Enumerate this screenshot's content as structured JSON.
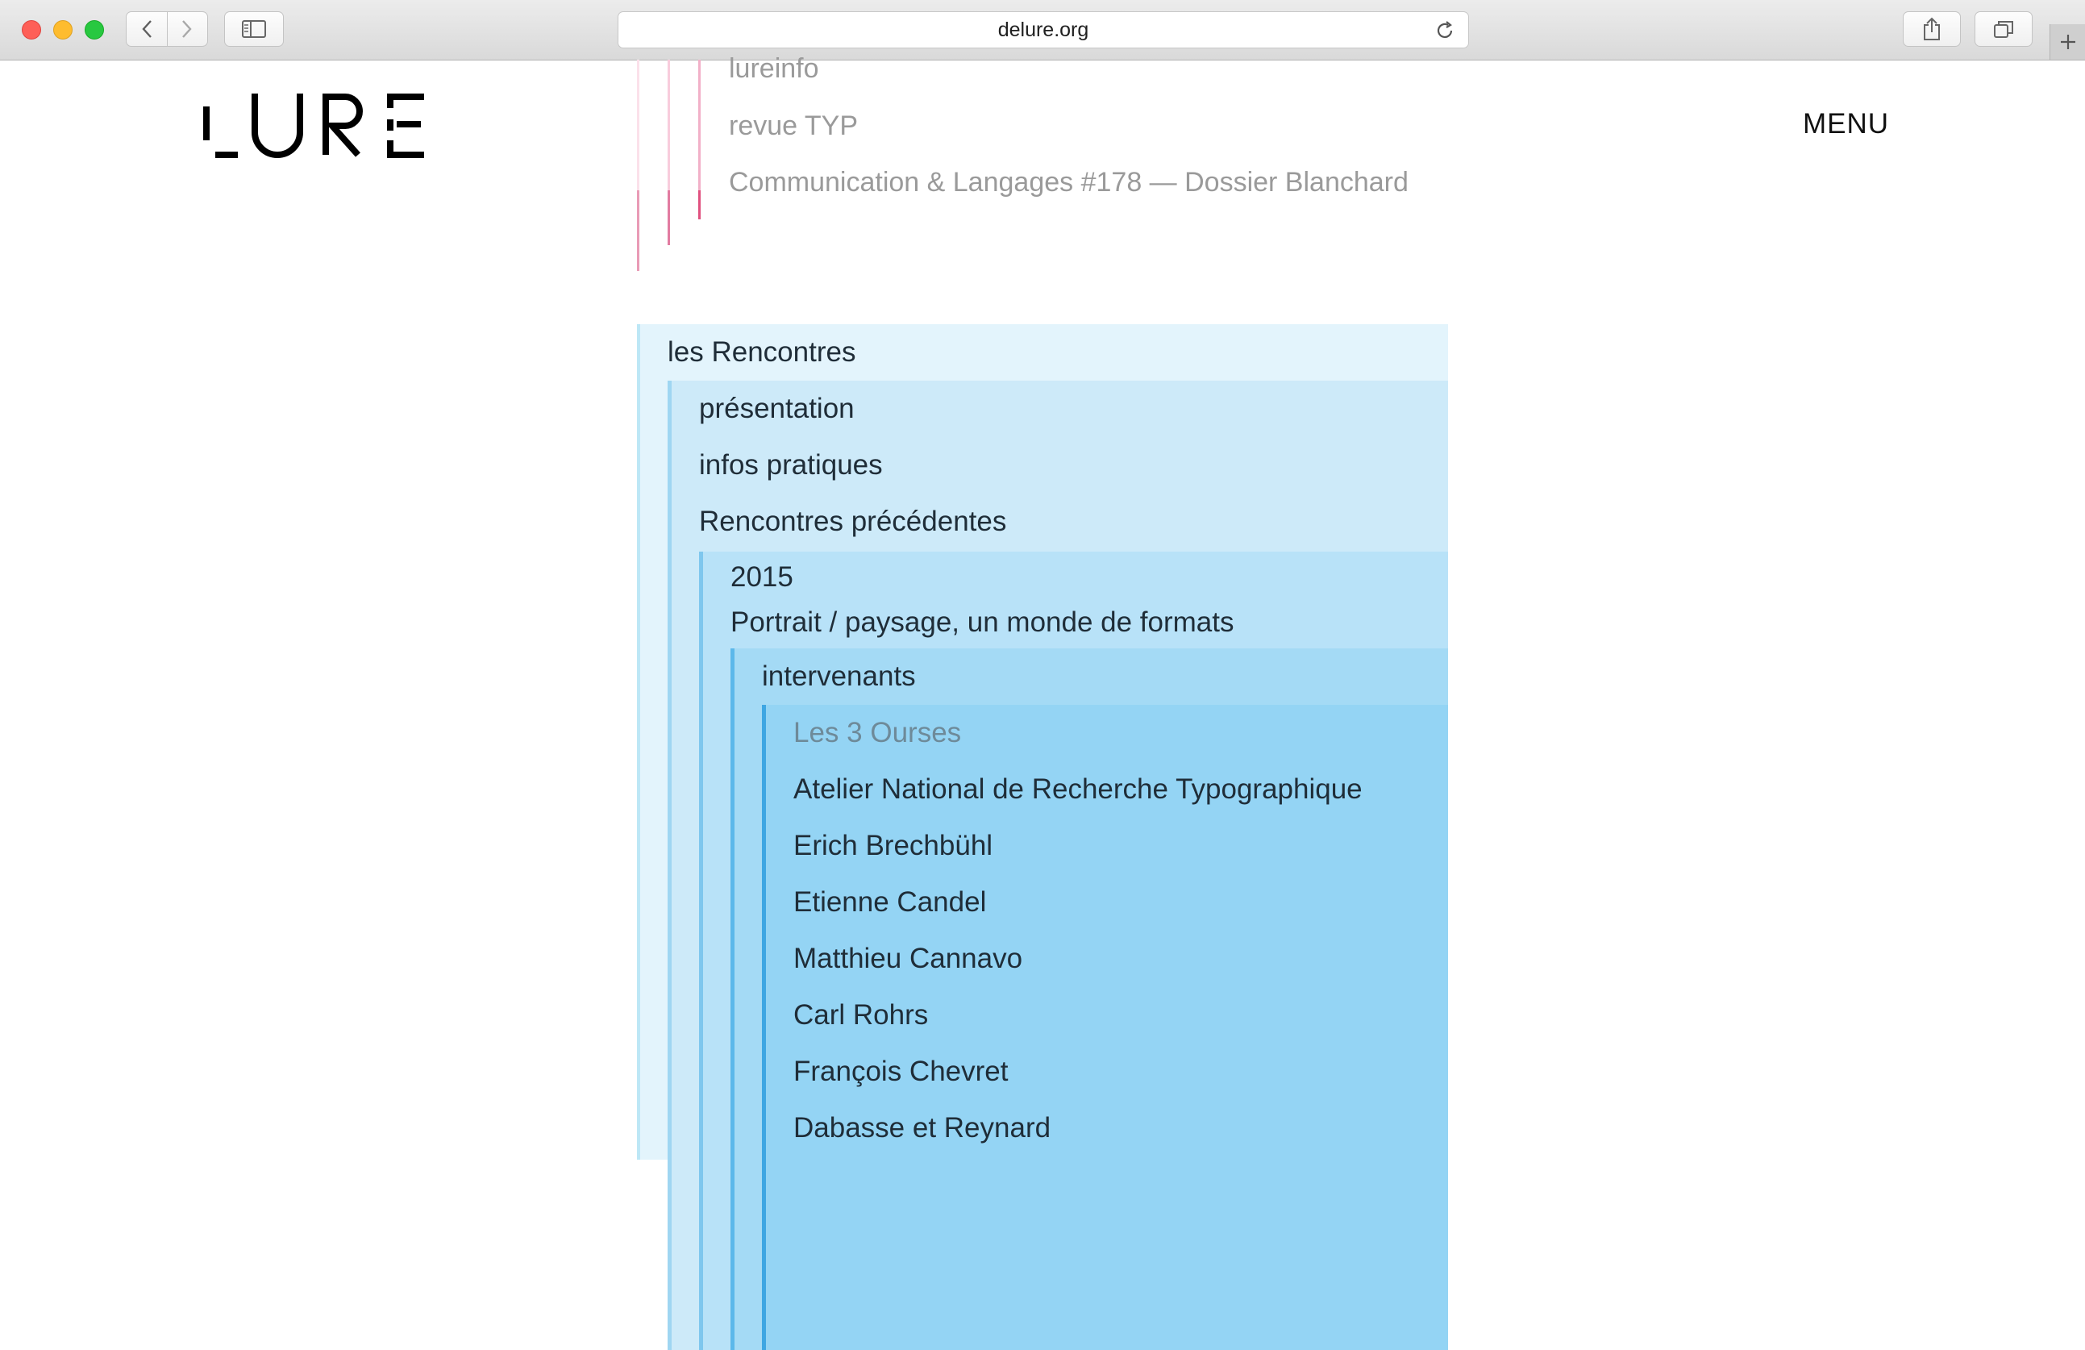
{
  "browser": {
    "url": "delure.org"
  },
  "site": {
    "logo_text": "LURE",
    "menu_label": "MENU"
  },
  "top_list": [
    "lureinfo",
    "revue TYP",
    "Communication & Langages #178 — Dossier Blanchard"
  ],
  "nav": {
    "section": "les Rencontres",
    "subitems": [
      "présentation",
      "infos pratiques",
      "Rencontres précédentes"
    ],
    "year": "2015",
    "edition_title": "Portrait / paysage, un monde de formats",
    "speakers_heading": "intervenants",
    "speakers": [
      "Les 3 Ourses",
      "Atelier National de Recherche Typographique",
      "Erich Brechbühl",
      "Etienne Candel",
      "Matthieu Cannavo",
      "Carl Rohrs",
      "François Chevret",
      "Dabasse et Reynard"
    ]
  },
  "colors": {
    "accent_pink": "#e0517f",
    "blue_level_1": "#e3f4fc",
    "blue_level_5": "#94d4f4"
  }
}
